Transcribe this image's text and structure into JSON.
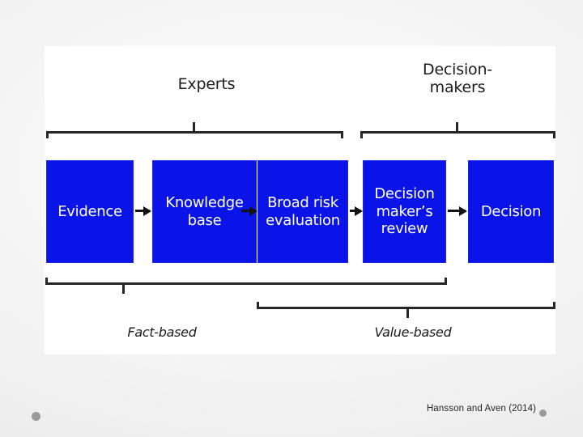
{
  "slide": {
    "citation": "Hansson and Aven (2014)",
    "decor_dots": [
      "bullet-dot-left",
      "bullet-dot-right"
    ],
    "background_color": "#efefef",
    "panel_color": "#ffffff"
  },
  "figure": {
    "accent_color": "#0b14e8",
    "line_color": "#262626",
    "box_text_color": "#ffffff",
    "group_labels": [
      {
        "id": "experts",
        "text": "Experts"
      },
      {
        "id": "decision-makers",
        "text": "Decision-\nmakers"
      }
    ],
    "process_boxes": [
      {
        "id": "evidence",
        "label": "Evidence"
      },
      {
        "id": "knowledge",
        "label": "Knowledge\nbase"
      },
      {
        "id": "broad-risk",
        "label": "Broad risk\nevaluation"
      },
      {
        "id": "review",
        "label": "Decision\nmaker’s\nreview"
      },
      {
        "id": "decision",
        "label": "Decision"
      }
    ],
    "arrows": [
      "arrow-1",
      "arrow-2",
      "arrow-3",
      "arrow-4"
    ],
    "basis_labels": [
      {
        "id": "fact-based",
        "text": "Fact-based"
      },
      {
        "id": "value-based",
        "text": "Value-based"
      }
    ]
  }
}
